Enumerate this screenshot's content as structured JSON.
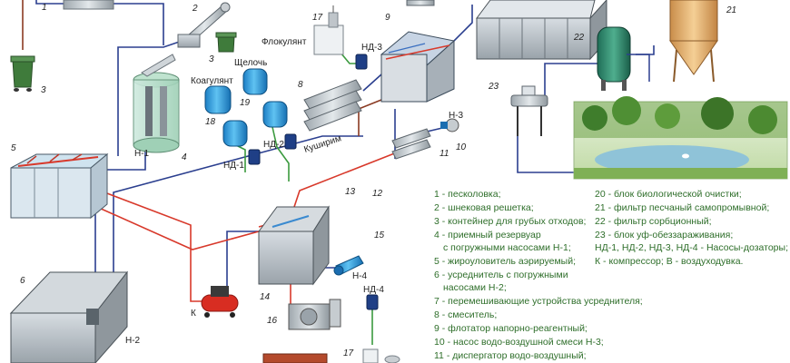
{
  "labels": {
    "flocculant": "Флокулянт",
    "alkali": "Щелочь",
    "coagulant": "Коагулянт",
    "compressor": "К",
    "shirine": "Куширим"
  },
  "pumps": {
    "nd3": "НД-3",
    "nd2": "НД-2",
    "nd1": "НД-1",
    "n3": "Н-3",
    "n1": "Н-1",
    "n2": "Н-2",
    "n4": "Н-4",
    "nd4": "НД-4"
  },
  "numbers": {
    "n1": "1",
    "n2": "2",
    "n3a": "3",
    "n3b": "3",
    "n4": "4",
    "n5": "5",
    "n6": "6",
    "n8": "8",
    "n9": "9",
    "n10": "10",
    "n11": "11",
    "n12": "12",
    "n13": "13",
    "n14": "14",
    "n15": "15",
    "n16": "16",
    "n17a": "17",
    "n17b": "17",
    "n18": "18",
    "n19": "19",
    "n21": "21",
    "n22": "22",
    "n23": "23"
  },
  "legend_left": [
    "1 - песколовка;",
    "2 - шнековая решетка;",
    "3 - контейнер для грубых отходов;",
    "4 - приемный резервуар",
    "с погружными насосами Н-1;",
    "5 - жироуловитель аэрируемый;",
    "6 - усреднитель с погружными",
    "насосами Н-2;",
    "7 - перемешивающие устройства усреднителя;",
    "8 - смеситель;",
    "9 - флотатор напорно-реагентный;",
    "10 - насос водо-воздушной смеси Н-3;",
    "11 - диспергатор водо-воздушный;"
  ],
  "legend_right": [
    "20 - блок  биологической очистки;",
    "21 - фильтр песчаный самопромывной;",
    "22 - фильтр сорбционный;",
    "23 - блок уф-обеззараживания;",
    "НД-1, НД-2, НД-3, НД-4 - Насосы-дозаторы;",
    "К - компрессор; В - воздуходувка."
  ],
  "colors": {
    "pipe_water": "#2b3f8f",
    "pipe_air": "#d8392b",
    "pipe_sludge": "#8a3a22",
    "pipe_reagent": "#3b9a3e",
    "legend_text": "#2e6e2a"
  }
}
